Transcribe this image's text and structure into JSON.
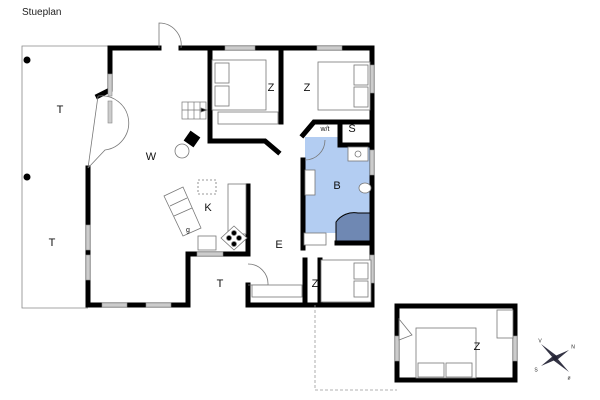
{
  "title": "Stueplan",
  "rooms": {
    "terrace_left_top": "T",
    "terrace_left_bottom": "T",
    "living": "W",
    "kitchen": "K",
    "kitchen_appliance": "g",
    "bedroom_1": "Z",
    "bedroom_2": "Z",
    "wc": "w/t",
    "storage": "S",
    "bathroom": "B",
    "entrance": "E",
    "terrace_small": "T",
    "bedroom_3": "Z",
    "annex_bedroom": "Z"
  },
  "compass": {
    "n": "N",
    "s": "S",
    "v": "V",
    "o": "ø"
  },
  "colors": {
    "wall": "#000000",
    "bath_fill": "#b3cdf2",
    "shower_fill": "#6f88b3",
    "window": "#cccccc",
    "line": "#777777"
  }
}
